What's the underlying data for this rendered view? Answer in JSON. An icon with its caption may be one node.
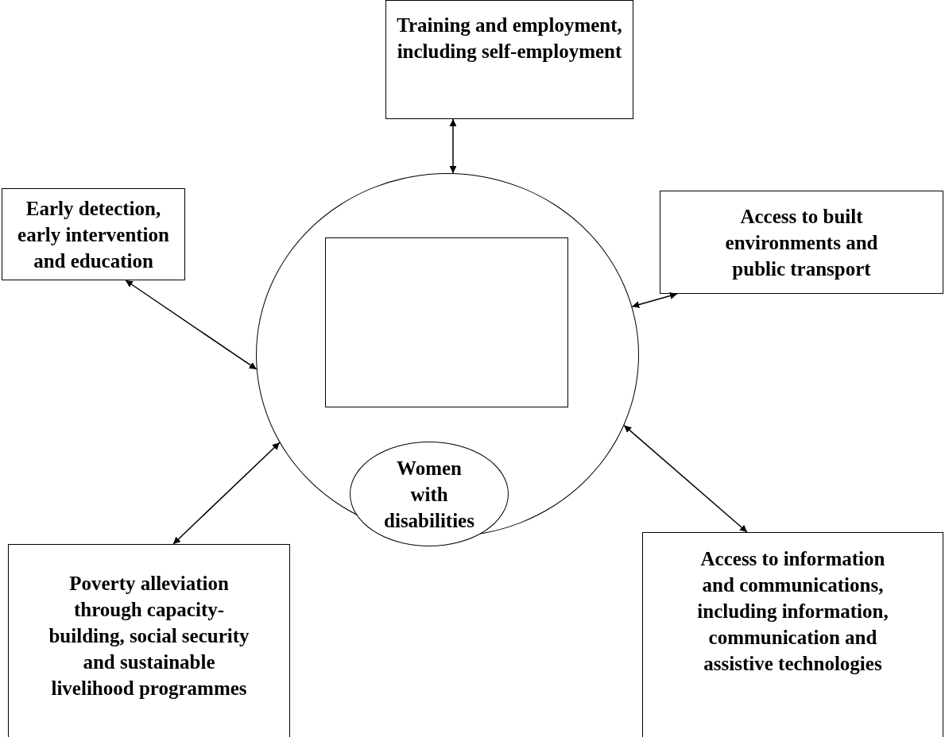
{
  "diagram": {
    "nodes": [
      {
        "text": [
          "Training and employment, including self-employment"
        ]
      },
      {
        "text": [
          "Early detection, early intervention and education"
        ]
      },
      {
        "text": [],
        "shape": "circle"
      },
      {
        "text": [
          "Access to built environments and public transport"
        ]
      },
      {
        "text": [],
        "shape": "box",
        "in": 2
      },
      {
        "text": [
          "Women with disabilities"
        ]
      },
      {
        "text": [
          "Poverty alleviation through capacity-building, social security and sustainable livelihood programmes"
        ]
      },
      {
        "text": [
          "Access to information and communications, including information, communication and assistive technologies"
        ]
      }
    ],
    "edges": [
      {
        "from": 0,
        "to": 2,
        "arrow": "both"
      },
      {
        "from": 1,
        "to": 2,
        "arrow": "both"
      },
      {
        "from": 3,
        "to": 2,
        "arrow": "both"
      },
      {
        "from": 6,
        "to": 2,
        "arrow": "both"
      },
      {
        "from": 7,
        "to": 2,
        "arrow": "both"
      }
    ]
  }
}
